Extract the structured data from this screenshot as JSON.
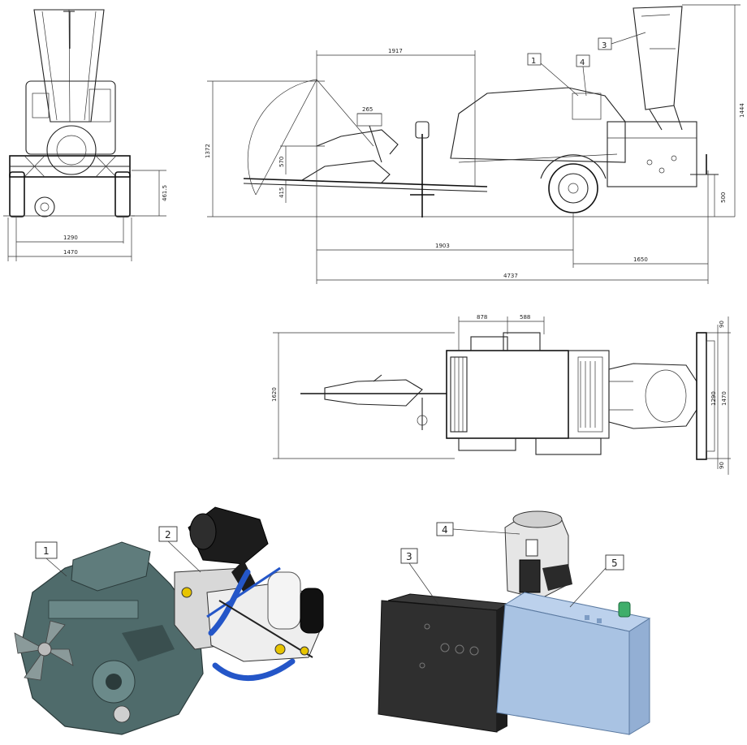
{
  "front_view": {
    "dim_width_inner": "1290",
    "dim_width_outer": "1470",
    "dim_height_hitch": "461.5"
  },
  "side_view": {
    "dim_top_span": "1917",
    "dim_left_height": "1372",
    "dim_angle_label": "",
    "dim_left_upper": "570",
    "dim_left_lower": "415",
    "dim_top_small": "265",
    "dim_wheelbase": "1903",
    "dim_rear_overhang": "1650",
    "dim_total_length": "4737",
    "dim_right_height": "1444",
    "dim_right_small": "500"
  },
  "top_view": {
    "dim_left_height": "1620",
    "dim_top_a": "878",
    "dim_top_b": "588",
    "dim_right_inner": "1290",
    "dim_right_outer": "1470",
    "dim_right_top": "90",
    "dim_right_bottom": "90"
  },
  "callouts": {
    "side": [
      "1",
      "4",
      "3"
    ],
    "bottom_left": [
      "1",
      "2"
    ],
    "bottom_right": [
      "4",
      "3",
      "5"
    ]
  },
  "colors": {
    "engine": "#4f6b6b",
    "hose": "#2456c8",
    "tank": "#a9c3e3",
    "box": "#2f2f2f"
  }
}
